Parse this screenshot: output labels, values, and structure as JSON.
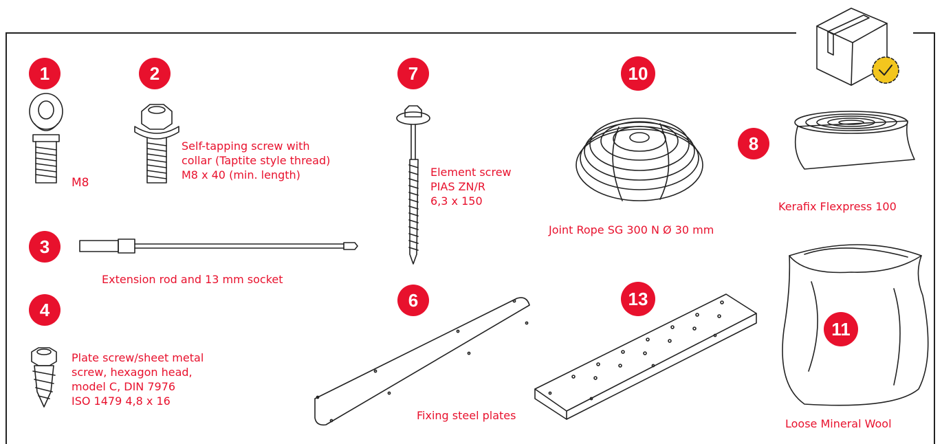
{
  "colors": {
    "accent": "#e8112d",
    "line": "#222222",
    "check": "#f3c61e"
  },
  "badges": {
    "b1": "1",
    "b2": "2",
    "b3": "3",
    "b4": "4",
    "b6": "6",
    "b7": "7",
    "b8": "8",
    "b10": "10",
    "b11": "11",
    "b13": "13"
  },
  "items": {
    "eye_bolt": {
      "label": "M8"
    },
    "self_tapping_screw": {
      "lines": [
        "Self-tapping screw with",
        "collar (Taptite style thread)",
        "M8 x 40 (min. length)"
      ]
    },
    "extension_rod": {
      "label": "Extension rod and 13 mm socket"
    },
    "plate_screw": {
      "lines": [
        "Plate screw/sheet metal",
        "screw, hexagon head,",
        "model C, DIN 7976",
        "ISO 1479 4,8 x 16"
      ]
    },
    "element_screw": {
      "lines": [
        "Element screw",
        "PIAS ZN/R",
        "6,3 x 150"
      ]
    },
    "fixing_plates": {
      "label": "Fixing steel plates"
    },
    "joint_rope": {
      "label": "Joint Rope SG 300 N Ø 30 mm"
    },
    "kerafix": {
      "label": "Kerafix Flexpress 100"
    },
    "mineral_wool": {
      "label": "Loose Mineral Wool"
    }
  },
  "icons": {
    "package": "package-checked-icon"
  }
}
